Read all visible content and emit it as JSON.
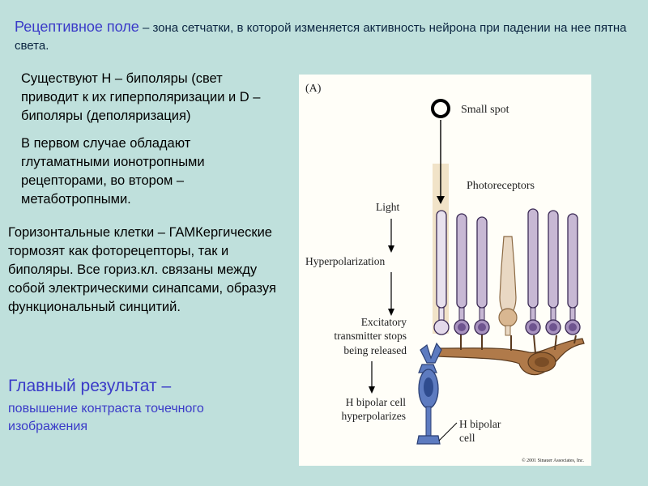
{
  "header": {
    "term": "Рецептивное поле",
    "definition": " – зона сетчатки, в которой изменяется активность нейрона при падении на нее  пятна света."
  },
  "body": {
    "bipolars": "Существуют Н – биполяры (свет приводит к их гиперполяризации и D – биполяры (деполяризация)",
    "receptors": "В первом случае обладают глутаматными ионотропными рецепторами, во втором – метаботропными.",
    "horizontal": "Горизонтальные клетки – ГАМКергические тормозят как фоторецепторы, так и биполяры. Все гориз.кл. связаны между собой электрическими синапсами, образуя функциональный синцитий."
  },
  "conclusion": {
    "title": "Главный результат –",
    "text": "повышение контраста точечного изображения"
  },
  "figure": {
    "panel": "(A)",
    "small_spot": "Small spot",
    "photoreceptors": "Photoreceptors",
    "light": "Light",
    "hyperpolarization": "Hyperpolarization",
    "excitatory_1": "Excitatory",
    "excitatory_2": "transmitter stops",
    "excitatory_3": "being released",
    "h_bipolar_left_1": "H bipolar cell",
    "h_bipolar_left_2": "hyperpolarizes",
    "h_bipolar_right_1": "H bipolar",
    "h_bipolar_right_2": "cell",
    "copyright": "© 2001 Sinauer Associates, Inc.",
    "colors": {
      "rod": "#c7b8d4",
      "rod_outline": "#3b2a55",
      "cone": "#e9d8c3",
      "horizontal": "#b07a4a",
      "bipolar": "#5d7bc0",
      "beam": "#f1e3c8"
    }
  }
}
